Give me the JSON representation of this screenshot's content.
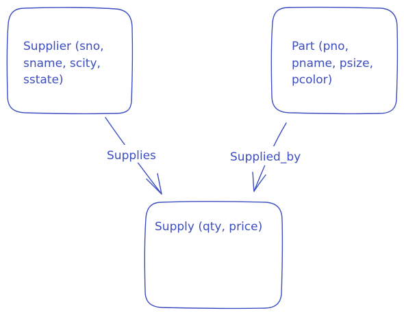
{
  "diagram": {
    "entities": [
      {
        "id": "supplier",
        "lines": [
          "Supplier (sno,",
          "sname, scity,",
          "sstate)"
        ]
      },
      {
        "id": "part",
        "lines": [
          "Part (pno,",
          "pname, psize,",
          "pcolor)"
        ]
      },
      {
        "id": "supply",
        "lines": [
          "Supply (qty, price)"
        ]
      }
    ],
    "relationships": [
      {
        "id": "supplies",
        "label": "Supplies",
        "from": "supplier",
        "to": "supply"
      },
      {
        "id": "supplied-by",
        "label": "Supplied_by",
        "from": "part",
        "to": "supply"
      }
    ],
    "colors": {
      "stroke": "#3b4cc0",
      "background": "#ffffff"
    }
  }
}
